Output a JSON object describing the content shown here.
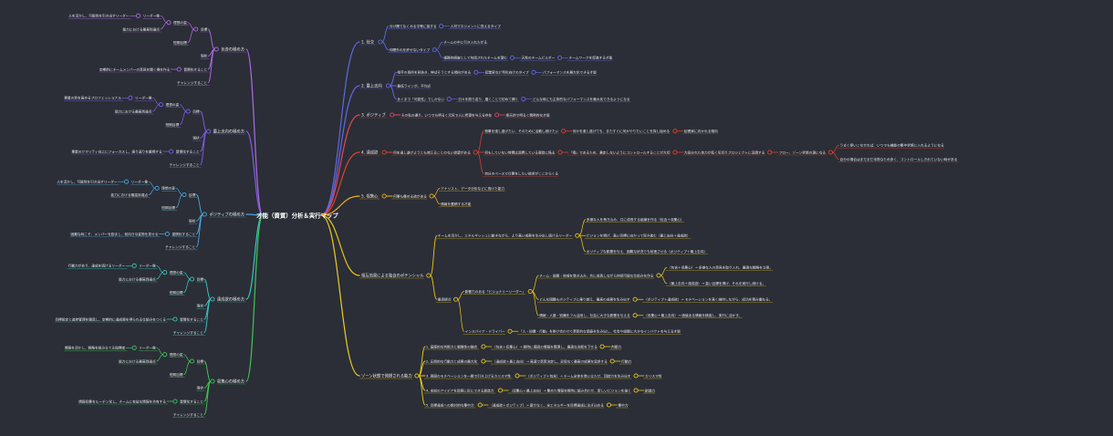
{
  "root": "才能（資質）分析＆実行マップ",
  "colors": {
    "background": "#2b2e36",
    "branches": [
      "#5b6be0",
      "#6a66e8",
      "#e0485b",
      "#e2422f",
      "#f0b020",
      "#e9c41c",
      "#eccb22",
      "#b06ae6",
      "#7f5ee6",
      "#4aa5e0",
      "#36c7c4",
      "#3fc75a"
    ]
  },
  "right": [
    {
      "label": "1. 社交",
      "children": [
        {
          "label": "分け隔てなくみる平等に接する",
          "children": [
            {
              "label": "人材マネジメントに見えるタイプ"
            }
          ]
        },
        {
          "label": "仲間外れを許せないタイプ",
          "children": [
            {
              "label": "チームの中に引き入れたがる"
            },
            {
              "label": "複雑的調査として包括されたチームを望む",
              "children": [
                {
                  "label": "天性のチームビルダー",
                  "children": [
                    {
                      "label": "チームワークを促進する才能"
                    }
                  ]
                }
              ]
            }
          ]
        }
      ]
    },
    {
      "label": "2. 最上志向",
      "children": [
        {
          "label": "相手の長所を見抜き、伸ばそうとする傾向がある",
          "children": [
            {
              "label": "起業家など特化向けのタイプ",
              "children": [
                {
                  "label": "パフォーマンスを最大化できる才能"
                }
              ]
            }
          ]
        },
        {
          "label": "最低ラインが、平均点"
        },
        {
          "label": "あくまで「可能性」でしかない",
          "children": [
            {
              "label": "日々を振り返り、磨くことで初めて輝く",
              "children": [
                {
                  "label": "どんな時にも主体的なパフォーマンスを最大化できるようになる"
                }
              ]
            }
          ]
        }
      ]
    },
    {
      "label": "3. ポジティブ",
      "children": [
        {
          "label": "その私の通り、いつでも明るく元気で人に希望を与える存在",
          "children": [
            {
              "label": "楽天的で明るく情熱的な才能"
            }
          ]
        }
      ]
    },
    {
      "label": "4. 達成欲",
      "children": [
        {
          "label": "何を達し遂げようとも燃えることのない欲望がある",
          "children": [
            {
              "label": "物事を達し遂げたい、そのために活動し続けたい",
              "children": [
                {
                  "label": "何かを達し遂げても、またすぐに何かやりたいことを探し始める",
                  "children": [
                    {
                      "label": "起業家に向かれる傾向"
                    }
                  ]
                }
              ]
            },
            {
              "label": "何もしていない時間は浪費している感覚に陥る",
              "children": [
                {
                  "label": "「暇」であるため、暴走しないようにコントロールすることが大切",
                  "children": [
                    {
                      "label": "大役分れた体力が低く気切りプロジェクトに没頭する",
                      "children": [
                        {
                          "label": "フロー、ゾーン状態の源になる",
                          "children": [
                            {
                              "label": "うまく使いこなせれば、いつでも機能の集中状態に入れるようになる"
                            },
                            {
                              "label": "自分の場合はまだまだ未熟なため多く、コントロールしきれていない時がある"
                            }
                          ]
                        }
                      ]
                    }
                  ]
                }
              ]
            },
            {
              "label": "自分のペースで仕事をしたい欲求がここからくる"
            }
          ]
        }
      ]
    },
    {
      "label": "5. 収集心",
      "children": [
        {
          "label": "何事も集める欲がある",
          "children": [
            {
              "label": "アナリスト、データ分析などに長けた能力"
            },
            {
              "label": "情報を蓄積する才能"
            }
          ]
        }
      ]
    },
    {
      "label": "相互効果による独自のポテンシャル",
      "children": [
        {
          "label": "チームを活かし、エネルギッシュに動きながら、より高い成果を生み出し続けるリーダー",
          "children": [
            {
              "label": "多様な人を巻き込み、共に成長する組織を作る（包含＋収集心）"
            },
            {
              "label": "ビジョンを掲げ、高い目標に向かって突き進む（最上志向＋達成欲）"
            },
            {
              "label": "ポジティブな影響を与え、困難な状況でも前進させる（ポジティブ＋最上志向）"
            }
          ]
        },
        {
          "label": "最良提点",
          "children": [
            {
              "label": "影響力のある「ビジョナリーリーダー」",
              "children": [
                {
                  "label": "チーム・組織・地域を巻き込み、共に成長しながら持続可能な仕組みを作る",
                  "children": [
                    {
                      "label": "（包含＋収集心）→ 多様な人の意見を取り入れ、最適な戦略を立案。"
                    },
                    {
                      "label": "（最上志向＋達成欲）→ 高い目標を掲げ、それを実行し続ける。"
                    }
                  ]
                },
                {
                  "label": "どんな困難もポジティブに乗り越え、最高の成果を生み出す",
                  "children": [
                    {
                      "label": "（ポジティブ＋達成欲）→ モチベーションを高く維持しながら、成功を積み重ねる。"
                    }
                  ]
                },
                {
                  "label": "情報・人脈・知識をフル活用し、社会に大きな影響を与える",
                  "children": [
                    {
                      "label": "（収集心＋最上志向）→ 価値ある情報を精査し、実行に活かす。"
                    }
                  ]
                }
              ]
            },
            {
              "label": "インスパイア・ドライバー",
              "children": [
                {
                  "label": "「人・知識・行動」を掛け合わせて革新的な価値を生み出し、社会や組織に大きなインパクトを与える才能"
                }
              ]
            }
          ]
        }
      ]
    },
    {
      "label": "ゾーン状態で発揮される能力",
      "children": [
        {
          "label": "1. 直感的な判断力と戦略性の融合",
          "children": [
            {
              "label": "（包含＋収集心）→ 瞬時に周囲の情報を整理し、最適な決断を下せる",
              "children": [
                {
                  "label": "判断力"
                }
              ]
            }
          ]
        },
        {
          "label": "2. 圧倒的な行動力と成果の最大化",
          "children": [
            {
              "label": "（達成欲＋最上志向）→ 高速で意思決定し、妥協なく最高の成果を追求する",
              "children": [
                {
                  "label": "行動力"
                }
              ]
            }
          ]
        },
        {
          "label": "3. 周囲のモチベーションを一瞬で引き上げるカリスマ性",
          "children": [
            {
              "label": "（ポジティブ＋包含）→ チーム全体を巻い立たせ、団結力を生み出す",
              "children": [
                {
                  "label": "カリスマ性"
                }
              ]
            }
          ]
        },
        {
          "label": "4. 未知のアイデアを即座に形にできる創造力",
          "children": [
            {
              "label": "（収集心＋最上志向）→ 集めた情報を瞬時に組み合わせ、新しいビジョンを描く",
              "children": [
                {
                  "label": "創造力"
                }
              ]
            }
          ]
        },
        {
          "label": "5. 目標達成への絶対的な集中力",
          "children": [
            {
              "label": "（達成欲＋ポジティブ）→ 疲せなく、全エネルギーを目標達成に注ぎ込める",
              "children": [
                {
                  "label": "集中力"
                }
              ]
            }
          ]
        }
      ]
    }
  ],
  "left": [
    {
      "label": "包含の極め方",
      "children": [
        {
          "label": "目標",
          "children": [
            {
              "label": "理想の姿",
              "children": [
                {
                  "label": "リーダー像",
                  "children": [
                    {
                      "label": "人を活かし、可能性を引き出すリーダー"
                    }
                  ]
                },
                {
                  "label": "能力における最高到達点"
                }
              ]
            },
            {
              "label": "短期目標"
            }
          ]
        },
        {
          "label": "現状"
        },
        {
          "label": "習慣化すること",
          "children": [
            {
              "label": "定期的にチームメンバーの意見を聞く場を作る"
            }
          ]
        },
        {
          "label": "チャレンジすること"
        }
      ]
    },
    {
      "label": "最上志向の極め方",
      "children": [
        {
          "label": "目標",
          "children": [
            {
              "label": "理想の姿",
              "children": [
                {
                  "label": "リーダー像",
                  "children": [
                    {
                      "label": "事業の質を高めるプロフェッショナル"
                    }
                  ]
                },
                {
                  "label": "能力における最高到達点"
                }
              ]
            },
            {
              "label": "短期目標"
            }
          ]
        },
        {
          "label": "現状"
        },
        {
          "label": "習慣化すること",
          "children": [
            {
              "label": "事業のクオリティ向上にフォーカスし、振り返りを重視する"
            }
          ]
        },
        {
          "label": "チャレンジすること"
        }
      ]
    },
    {
      "label": "ポジティブの極め方",
      "children": [
        {
          "label": "目標",
          "children": [
            {
              "label": "理想の姿",
              "children": [
                {
                  "label": "リーダー像",
                  "children": [
                    {
                      "label": "人を活かし、可能性を引き出すリーダー"
                    }
                  ]
                },
                {
                  "label": "能力における最高到達点"
                }
              ]
            },
            {
              "label": "短期目標"
            }
          ]
        },
        {
          "label": "現状"
        },
        {
          "label": "習慣化すること",
          "children": [
            {
              "label": "困難な時こそ、メンバーを励まし、前向きな姿勢を見せる"
            }
          ]
        },
        {
          "label": "チャレンジすること"
        }
      ]
    },
    {
      "label": "達成欲の極め方",
      "children": [
        {
          "label": "目標",
          "children": [
            {
              "label": "理想の姿",
              "children": [
                {
                  "label": "リーダー像",
                  "children": [
                    {
                      "label": "行動力があり、達成を続けるリーダー"
                    }
                  ]
                },
                {
                  "label": "能力における最高到達点"
                }
              ]
            },
            {
              "label": "短期目標"
            }
          ]
        },
        {
          "label": "現状"
        },
        {
          "label": "習慣化すること",
          "children": [
            {
              "label": "目標設定と進捗管理を徹底し、定期的に達成感を得られる仕組みをつくる"
            }
          ]
        },
        {
          "label": "チャレンジすること"
        }
      ]
    },
    {
      "label": "収集心の極め方",
      "children": [
        {
          "label": "目標",
          "children": [
            {
              "label": "理想の姿",
              "children": [
                {
                  "label": "リーダー像",
                  "children": [
                    {
                      "label": "情報を活かし、戦略を組み立てる指揮者"
                    }
                  ]
                },
                {
                  "label": "能力における最高到達点"
                }
              ]
            },
            {
              "label": "短期目標"
            }
          ]
        },
        {
          "label": "現状"
        },
        {
          "label": "習慣化すること",
          "children": [
            {
              "label": "情報収集をルーチン化し、チームに有益な情報を共有する"
            }
          ]
        },
        {
          "label": "チャレンジすること"
        }
      ]
    }
  ]
}
